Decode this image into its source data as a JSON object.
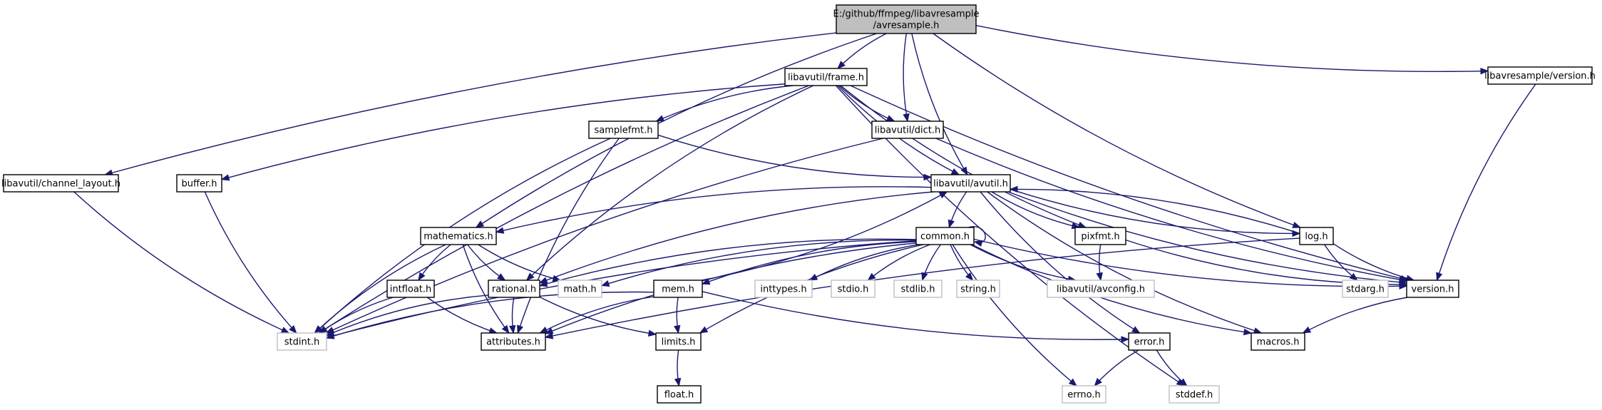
{
  "colors": {
    "edge": "#191970",
    "root_fill": "#bfbfbf",
    "node_fill": "#ffffff",
    "node_border": "#000000",
    "external_border": "#bfbfbf",
    "external_text": "#000000"
  },
  "nodes": [
    {
      "id": "avresample",
      "lines": [
        "E:/github/ffmpeg/libavresample",
        "/avresample.h"
      ],
      "kind": "root"
    },
    {
      "id": "frame",
      "lines": [
        "libavutil/frame.h"
      ],
      "kind": "local"
    },
    {
      "id": "avr_version",
      "lines": [
        "libavresample/version.h"
      ],
      "kind": "local"
    },
    {
      "id": "samplefmt",
      "lines": [
        "samplefmt.h"
      ],
      "kind": "local"
    },
    {
      "id": "dict",
      "lines": [
        "libavutil/dict.h"
      ],
      "kind": "local"
    },
    {
      "id": "channel_layout",
      "lines": [
        "libavutil/channel_layout.h"
      ],
      "kind": "local"
    },
    {
      "id": "buffer",
      "lines": [
        "buffer.h"
      ],
      "kind": "local"
    },
    {
      "id": "avutil",
      "lines": [
        "libavutil/avutil.h"
      ],
      "kind": "local"
    },
    {
      "id": "mathematics",
      "lines": [
        "mathematics.h"
      ],
      "kind": "local"
    },
    {
      "id": "common",
      "lines": [
        "common.h"
      ],
      "kind": "local"
    },
    {
      "id": "pixfmt",
      "lines": [
        "pixfmt.h"
      ],
      "kind": "local"
    },
    {
      "id": "log",
      "lines": [
        "log.h"
      ],
      "kind": "local"
    },
    {
      "id": "intfloat",
      "lines": [
        "intfloat.h"
      ],
      "kind": "local"
    },
    {
      "id": "rational",
      "lines": [
        "rational.h"
      ],
      "kind": "local"
    },
    {
      "id": "math",
      "lines": [
        "math.h"
      ],
      "kind": "external"
    },
    {
      "id": "mem",
      "lines": [
        "mem.h"
      ],
      "kind": "local"
    },
    {
      "id": "inttypes",
      "lines": [
        "inttypes.h"
      ],
      "kind": "external"
    },
    {
      "id": "stdio",
      "lines": [
        "stdio.h"
      ],
      "kind": "external"
    },
    {
      "id": "stdlib",
      "lines": [
        "stdlib.h"
      ],
      "kind": "external"
    },
    {
      "id": "string",
      "lines": [
        "string.h"
      ],
      "kind": "external"
    },
    {
      "id": "avconfig",
      "lines": [
        "libavutil/avconfig.h"
      ],
      "kind": "external"
    },
    {
      "id": "stdarg",
      "lines": [
        "stdarg.h"
      ],
      "kind": "external"
    },
    {
      "id": "version",
      "lines": [
        "version.h"
      ],
      "kind": "local"
    },
    {
      "id": "stdint",
      "lines": [
        "stdint.h"
      ],
      "kind": "external"
    },
    {
      "id": "attributes",
      "lines": [
        "attributes.h"
      ],
      "kind": "local"
    },
    {
      "id": "limits",
      "lines": [
        "limits.h"
      ],
      "kind": "local"
    },
    {
      "id": "error",
      "lines": [
        "error.h"
      ],
      "kind": "local"
    },
    {
      "id": "macros",
      "lines": [
        "macros.h"
      ],
      "kind": "local"
    },
    {
      "id": "float",
      "lines": [
        "float.h"
      ],
      "kind": "local"
    },
    {
      "id": "errno",
      "lines": [
        "errno.h"
      ],
      "kind": "external"
    },
    {
      "id": "stddef",
      "lines": [
        "stddef.h"
      ],
      "kind": "external"
    }
  ],
  "edges": [
    [
      "avresample",
      "channel_layout"
    ],
    [
      "avresample",
      "mathematics"
    ],
    [
      "avresample",
      "frame"
    ],
    [
      "avresample",
      "dict"
    ],
    [
      "avresample",
      "avutil"
    ],
    [
      "avresample",
      "log"
    ],
    [
      "avresample",
      "avr_version"
    ],
    [
      "frame",
      "buffer"
    ],
    [
      "frame",
      "samplefmt"
    ],
    [
      "frame",
      "dict"
    ],
    [
      "frame",
      "avutil"
    ],
    [
      "frame",
      "rational"
    ],
    [
      "frame",
      "stdint"
    ],
    [
      "frame",
      "pixfmt"
    ],
    [
      "frame",
      "version"
    ],
    [
      "frame",
      "stddef"
    ],
    [
      "avr_version",
      "version"
    ],
    [
      "samplefmt",
      "avutil"
    ],
    [
      "samplefmt",
      "stdint"
    ],
    [
      "samplefmt",
      "attributes"
    ],
    [
      "dict",
      "stdint"
    ],
    [
      "dict",
      "version"
    ],
    [
      "channel_layout",
      "stdint"
    ],
    [
      "buffer",
      "stdint"
    ],
    [
      "avutil",
      "mathematics"
    ],
    [
      "avutil",
      "common"
    ],
    [
      "avutil",
      "pixfmt"
    ],
    [
      "avutil",
      "log"
    ],
    [
      "avutil",
      "rational"
    ],
    [
      "avutil",
      "version"
    ],
    [
      "avutil",
      "error"
    ],
    [
      "avutil",
      "macros"
    ],
    [
      "mathematics",
      "intfloat"
    ],
    [
      "mathematics",
      "rational"
    ],
    [
      "mathematics",
      "math"
    ],
    [
      "mathematics",
      "stdint"
    ],
    [
      "mathematics",
      "attributes"
    ],
    [
      "common",
      "common"
    ],
    [
      "common",
      "math"
    ],
    [
      "common",
      "rational"
    ],
    [
      "common",
      "mem"
    ],
    [
      "common",
      "inttypes"
    ],
    [
      "common",
      "stdio"
    ],
    [
      "common",
      "stdlib"
    ],
    [
      "common",
      "string"
    ],
    [
      "common",
      "avconfig"
    ],
    [
      "common",
      "version"
    ],
    [
      "common",
      "macros"
    ],
    [
      "common",
      "errno"
    ],
    [
      "common",
      "stdint"
    ],
    [
      "common",
      "attributes"
    ],
    [
      "common",
      "limits"
    ],
    [
      "pixfmt",
      "avconfig"
    ],
    [
      "pixfmt",
      "version"
    ],
    [
      "log",
      "avutil"
    ],
    [
      "log",
      "stdarg"
    ],
    [
      "log",
      "version"
    ],
    [
      "log",
      "attributes"
    ],
    [
      "intfloat",
      "stdint"
    ],
    [
      "intfloat",
      "attributes"
    ],
    [
      "rational",
      "stdint"
    ],
    [
      "rational",
      "attributes"
    ],
    [
      "rational",
      "limits"
    ],
    [
      "mem",
      "avutil"
    ],
    [
      "mem",
      "attributes"
    ],
    [
      "mem",
      "error"
    ],
    [
      "mem",
      "stdint"
    ],
    [
      "mem",
      "limits"
    ],
    [
      "version",
      "macros"
    ],
    [
      "limits",
      "float"
    ],
    [
      "error",
      "errno"
    ],
    [
      "error",
      "stddef"
    ]
  ]
}
